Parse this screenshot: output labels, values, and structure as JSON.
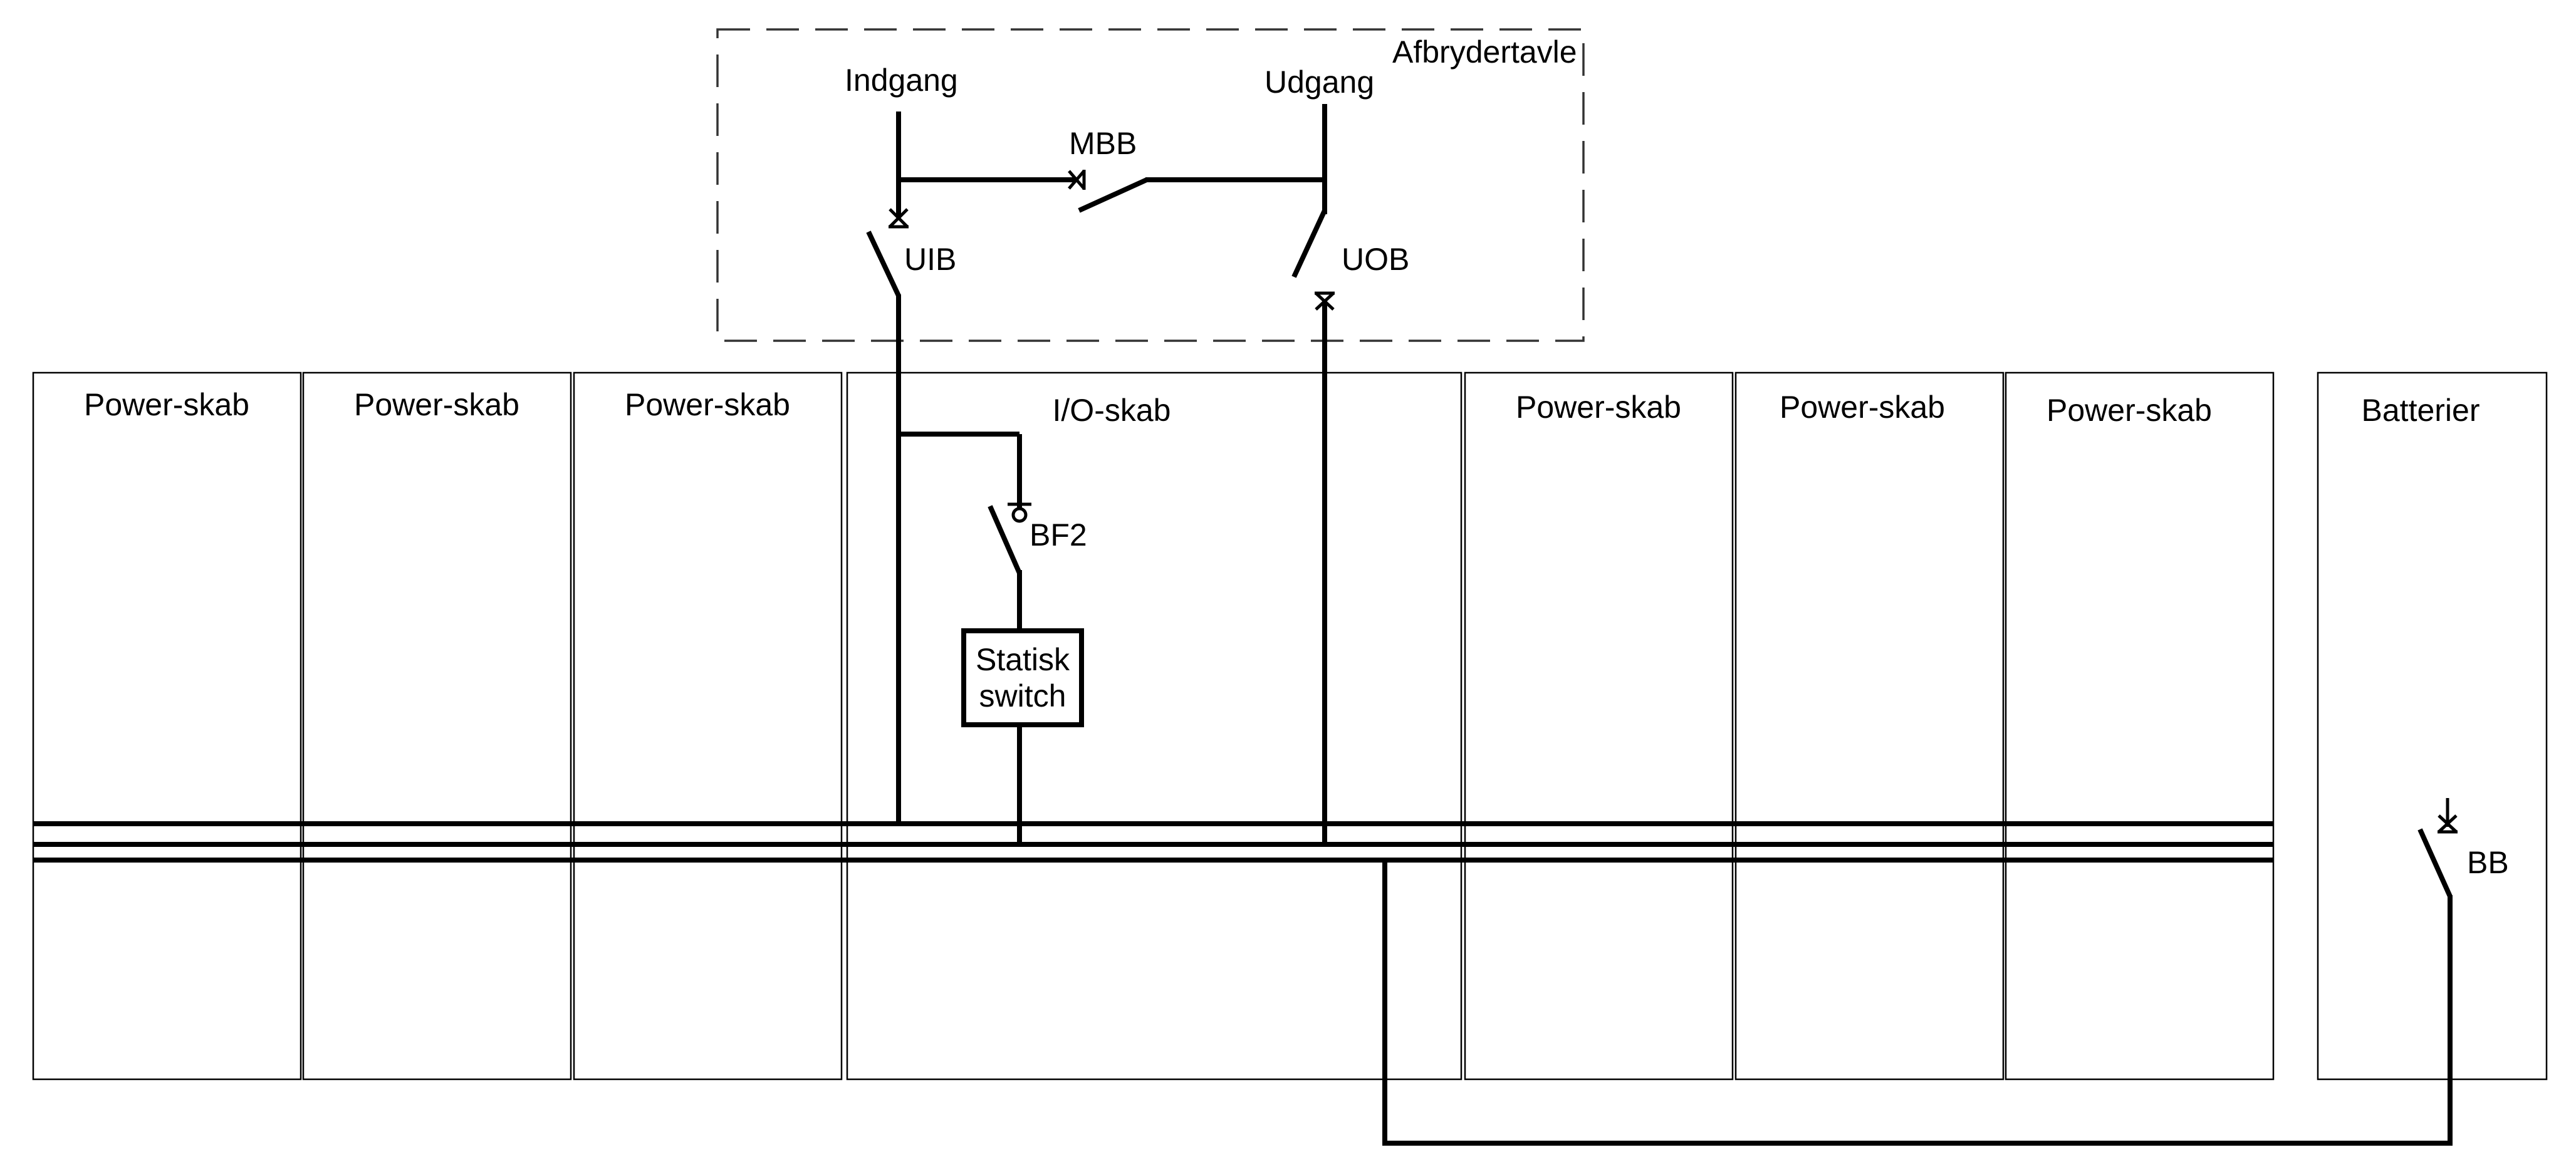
{
  "panel": {
    "title": "Afbrydertavle"
  },
  "terminals": {
    "input": "Indgang",
    "output": "Udgang"
  },
  "breakers": {
    "mbb": "MBB",
    "uib": "UIB",
    "uob": "UOB",
    "bf2": "BF2",
    "bb": "BB"
  },
  "static_switch": {
    "line1": "Statisk",
    "line2": "switch"
  },
  "cabinets": [
    "Power-skab",
    "Power-skab",
    "Power-skab",
    "I/O-skab",
    "Power-skab",
    "Power-skab",
    "Power-skab",
    "Batterier"
  ]
}
